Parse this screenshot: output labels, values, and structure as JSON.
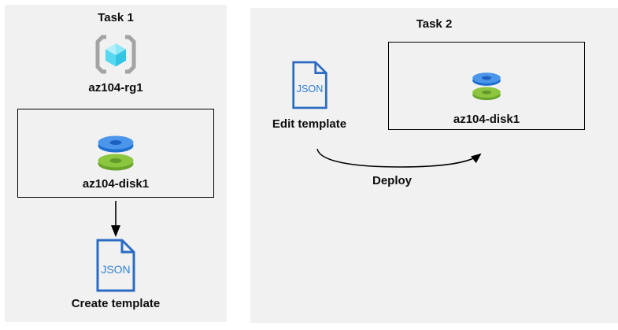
{
  "colors": {
    "page_background": "#ffffff",
    "panel_background": "#f1f1f1",
    "box_border": "#000000",
    "text": "#0d0d0d",
    "arrow": "#000000",
    "json_outline_blue": "#2a6cc4",
    "json_text_blue": "#2e7fd2",
    "disk_blue_top": "#4b96ea",
    "disk_blue_side": "#1f6fd0",
    "disk_blue_hole": "#1c5fc0",
    "disk_green_top": "#8cc63f",
    "disk_green_side": "#6aa42c",
    "disk_green_hole": "#63982a",
    "cube_top_left": "#b3f0fb",
    "cube_top_right": "#8fe8f8",
    "cube_face_left": "#55d8f0",
    "cube_face_right": "#33c5e3",
    "bracket_gray": "#a3a3a3"
  },
  "task1": {
    "title": "Task 1",
    "resource_group_label": "az104-rg1",
    "disk_label": "az104-disk1",
    "json_icon_text": "JSON",
    "caption": "Create template"
  },
  "task2": {
    "title": "Task 2",
    "json_icon_text": "JSON",
    "edit_caption": "Edit template",
    "disk_label": "az104-disk1",
    "deploy_label": "Deploy"
  }
}
